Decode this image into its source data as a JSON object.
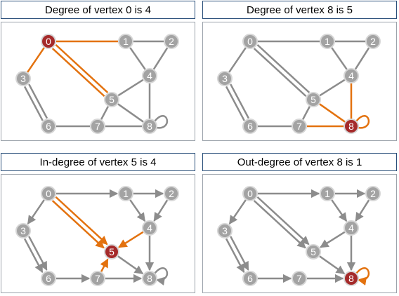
{
  "colors": {
    "edge": "#8c8c8c",
    "highlight": "#e3720f",
    "node_fill": "#a3a3a3",
    "node_stroke": "#d6d6d6",
    "node_selected": "#a52a2a",
    "frame": "#9ca3ab",
    "title_border": "#2a4f7a"
  },
  "panels": [
    {
      "title": "Degree of vertex 0 is 4",
      "directed": false,
      "selected": "0",
      "nodes": [
        {
          "id": "0",
          "label": "0"
        },
        {
          "id": "1",
          "label": "1"
        },
        {
          "id": "2",
          "label": "2"
        },
        {
          "id": "3",
          "label": "3"
        },
        {
          "id": "4",
          "label": "4"
        },
        {
          "id": "5",
          "label": "5"
        },
        {
          "id": "6",
          "label": "6"
        },
        {
          "id": "7",
          "label": "7"
        },
        {
          "id": "8",
          "label": "8"
        }
      ],
      "edges": [
        {
          "from": "0",
          "to": "1",
          "hl": true
        },
        {
          "from": "0",
          "to": "3",
          "hl": true
        },
        {
          "from": "0",
          "to": "5",
          "hl": true,
          "parallel": true
        },
        {
          "from": "1",
          "to": "2"
        },
        {
          "from": "1",
          "to": "4"
        },
        {
          "from": "2",
          "to": "4"
        },
        {
          "from": "3",
          "to": "6",
          "parallel": true
        },
        {
          "from": "4",
          "to": "5"
        },
        {
          "from": "4",
          "to": "8"
        },
        {
          "from": "5",
          "to": "7"
        },
        {
          "from": "5",
          "to": "8"
        },
        {
          "from": "6",
          "to": "7"
        },
        {
          "from": "7",
          "to": "8"
        },
        {
          "from": "8",
          "to": "8"
        }
      ]
    },
    {
      "title": "Degree of vertex 8 is 5",
      "directed": false,
      "selected": "8",
      "nodes": [
        {
          "id": "0",
          "label": "0"
        },
        {
          "id": "1",
          "label": "1"
        },
        {
          "id": "2",
          "label": "2"
        },
        {
          "id": "3",
          "label": "3"
        },
        {
          "id": "4",
          "label": "4"
        },
        {
          "id": "5",
          "label": "5"
        },
        {
          "id": "6",
          "label": "6"
        },
        {
          "id": "7",
          "label": "7"
        },
        {
          "id": "8",
          "label": "8"
        }
      ],
      "edges": [
        {
          "from": "0",
          "to": "1"
        },
        {
          "from": "0",
          "to": "3"
        },
        {
          "from": "0",
          "to": "5",
          "parallel": true
        },
        {
          "from": "1",
          "to": "2"
        },
        {
          "from": "1",
          "to": "4"
        },
        {
          "from": "2",
          "to": "4"
        },
        {
          "from": "3",
          "to": "6",
          "parallel": true
        },
        {
          "from": "4",
          "to": "5"
        },
        {
          "from": "4",
          "to": "8",
          "hl": true
        },
        {
          "from": "5",
          "to": "7"
        },
        {
          "from": "5",
          "to": "8",
          "hl": true
        },
        {
          "from": "6",
          "to": "7"
        },
        {
          "from": "7",
          "to": "8",
          "hl": true
        },
        {
          "from": "8",
          "to": "8",
          "hl": true
        }
      ]
    },
    {
      "title": "In-degree of vertex 5 is 4",
      "directed": true,
      "selected": "5",
      "nodes": [
        {
          "id": "0",
          "label": "0"
        },
        {
          "id": "1",
          "label": "1"
        },
        {
          "id": "2",
          "label": "2"
        },
        {
          "id": "3",
          "label": "3"
        },
        {
          "id": "4",
          "label": "4"
        },
        {
          "id": "5",
          "label": "5"
        },
        {
          "id": "6",
          "label": "6"
        },
        {
          "id": "7",
          "label": "7"
        },
        {
          "id": "8",
          "label": "8"
        }
      ],
      "edges": [
        {
          "from": "0",
          "to": "1"
        },
        {
          "from": "0",
          "to": "3"
        },
        {
          "from": "0",
          "to": "5",
          "hl": true,
          "parallel": true
        },
        {
          "from": "1",
          "to": "2"
        },
        {
          "from": "1",
          "to": "4"
        },
        {
          "from": "2",
          "to": "4"
        },
        {
          "from": "3",
          "to": "6",
          "parallel": true
        },
        {
          "from": "4",
          "to": "5",
          "hl": true
        },
        {
          "from": "4",
          "to": "8"
        },
        {
          "from": "7",
          "to": "5",
          "hl": true
        },
        {
          "from": "5",
          "to": "8"
        },
        {
          "from": "6",
          "to": "7"
        },
        {
          "from": "7",
          "to": "8"
        },
        {
          "from": "8",
          "to": "8"
        }
      ]
    },
    {
      "title": "Out-degree of vertex 8 is 1",
      "directed": true,
      "selected": "8",
      "nodes": [
        {
          "id": "0",
          "label": "0"
        },
        {
          "id": "1",
          "label": "1"
        },
        {
          "id": "2",
          "label": "2"
        },
        {
          "id": "3",
          "label": "3"
        },
        {
          "id": "4",
          "label": "4"
        },
        {
          "id": "5",
          "label": "5"
        },
        {
          "id": "6",
          "label": "6"
        },
        {
          "id": "7",
          "label": "7"
        },
        {
          "id": "8",
          "label": "8"
        }
      ],
      "edges": [
        {
          "from": "0",
          "to": "1"
        },
        {
          "from": "0",
          "to": "3"
        },
        {
          "from": "0",
          "to": "5",
          "parallel": true
        },
        {
          "from": "1",
          "to": "2"
        },
        {
          "from": "1",
          "to": "4"
        },
        {
          "from": "2",
          "to": "4"
        },
        {
          "from": "3",
          "to": "6",
          "parallel": true
        },
        {
          "from": "4",
          "to": "5"
        },
        {
          "from": "4",
          "to": "8"
        },
        {
          "from": "5",
          "to": "8"
        },
        {
          "from": "6",
          "to": "7"
        },
        {
          "from": "7",
          "to": "8"
        },
        {
          "from": "8",
          "to": "8",
          "hl": true
        }
      ]
    }
  ]
}
